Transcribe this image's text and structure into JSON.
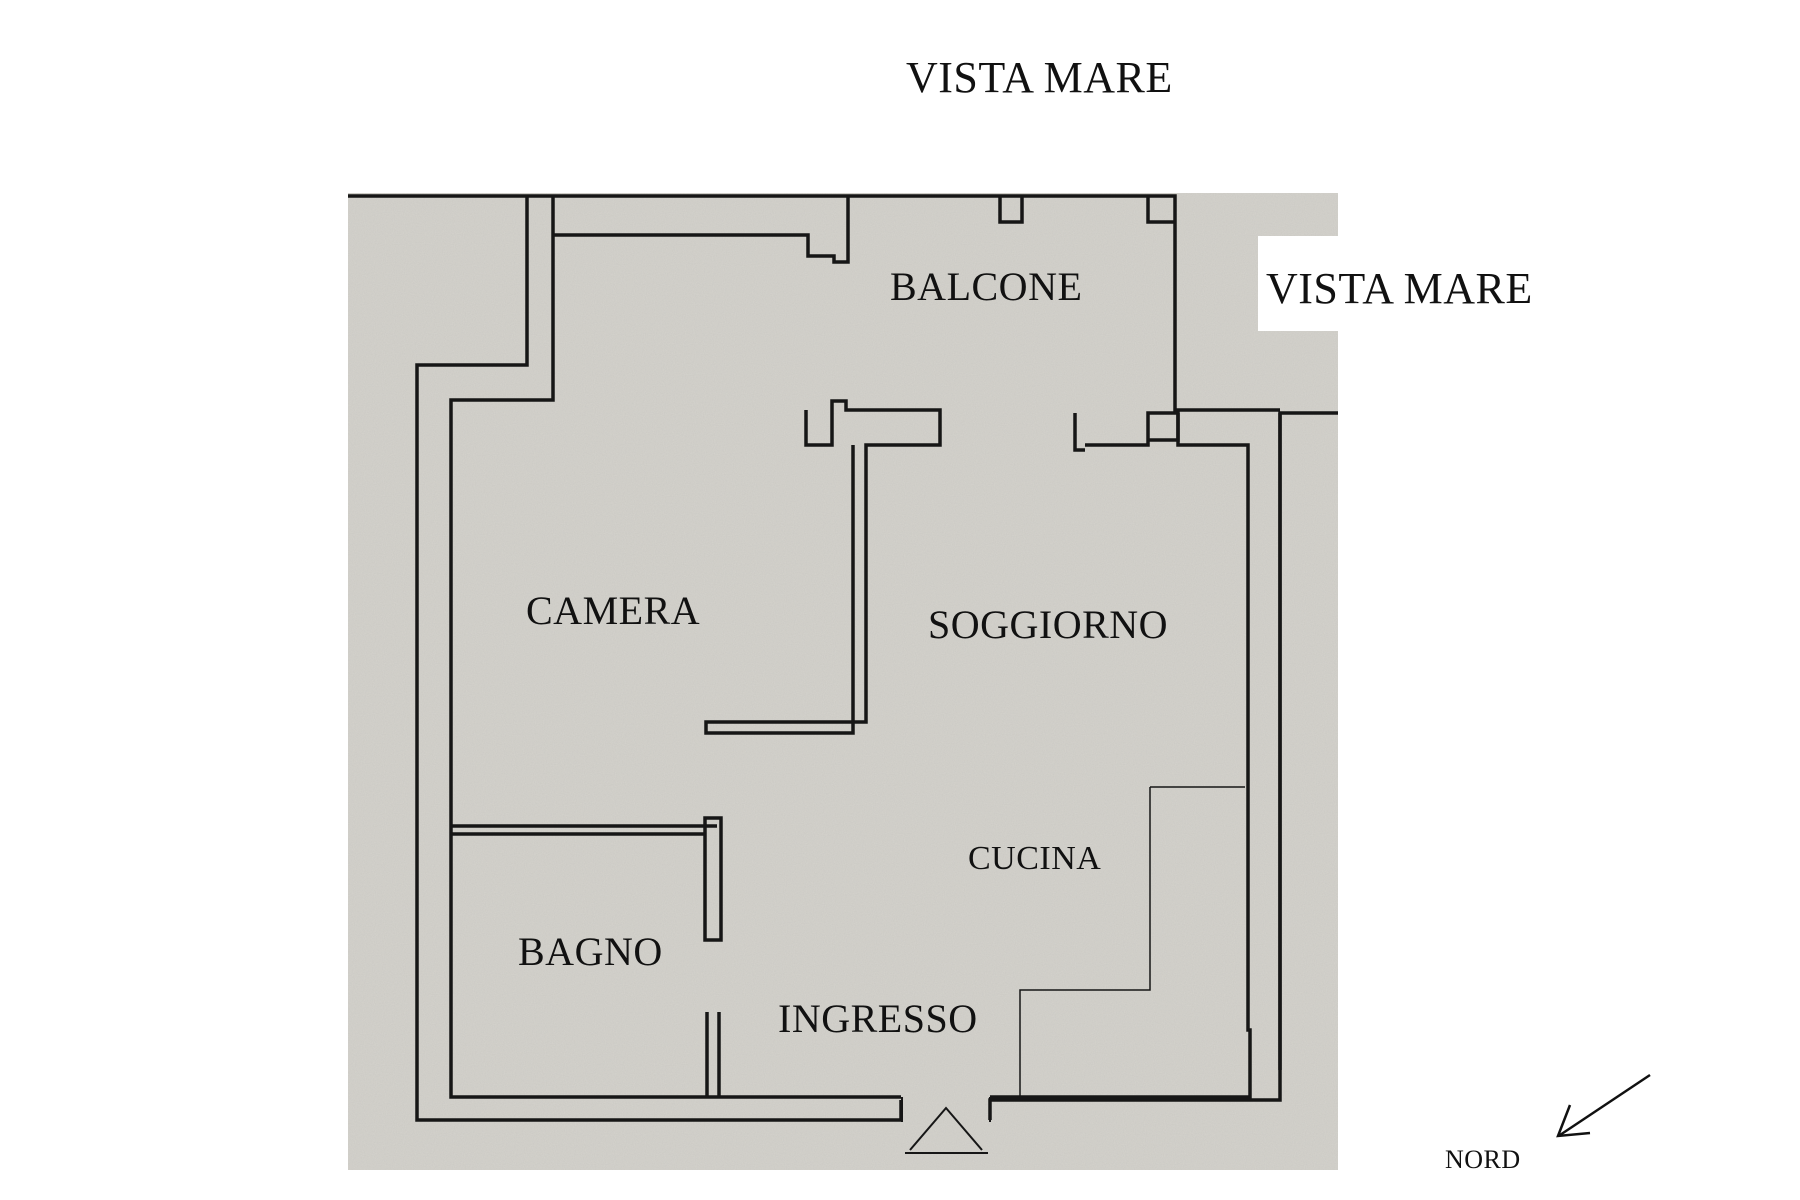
{
  "labels": {
    "view_top": "VISTA MARE",
    "view_right": "VISTA MARE",
    "north": "NORD"
  },
  "rooms": {
    "balcone": "BALCONE",
    "camera": "CAMERA",
    "soggiorno": "SOGGIORNO",
    "cucina": "CUCINA",
    "bagno": "BAGNO",
    "ingresso": "INGRESSO"
  },
  "colors": {
    "paper": "#d5d3cd",
    "wall": "#161616",
    "background": "#ffffff"
  },
  "icons": {
    "north_arrow": "arrow-southwest-icon",
    "entrance_door": "door-swing-icon"
  }
}
